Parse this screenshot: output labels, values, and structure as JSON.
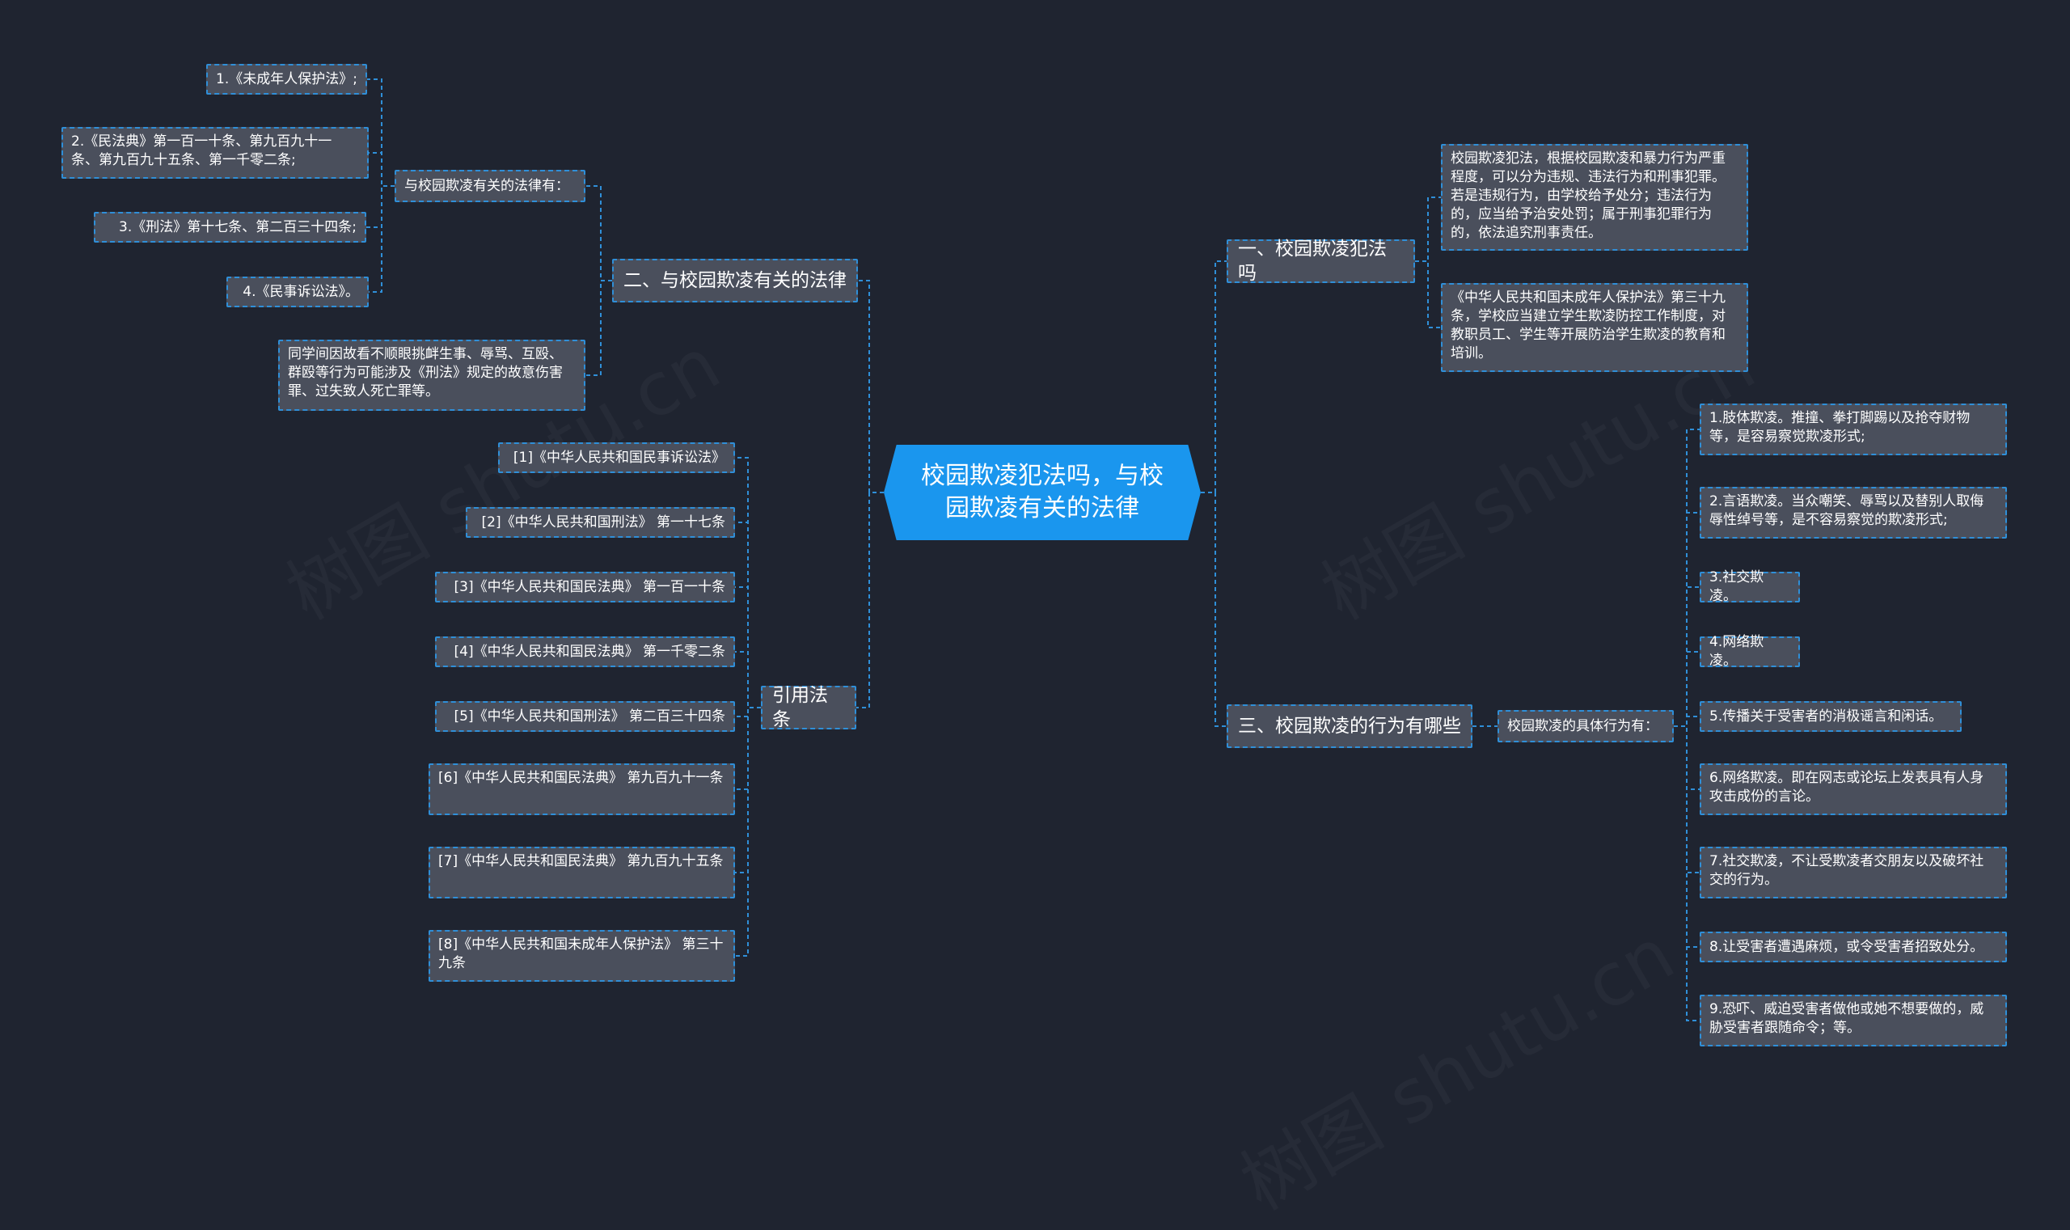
{
  "root": {
    "title": "校园欺凌犯法吗，与校园欺凌有关的法律"
  },
  "watermark": "树图 shutu.cn",
  "colors": {
    "background": "#1f2430",
    "root": "#1a96ee",
    "node": "#4a4f5c",
    "line": "#2f8fd8"
  },
  "left": {
    "law_branch": {
      "label": "二、与校园欺凌有关的法律",
      "sub_label": "与校园欺凌有关的法律有：",
      "items": [
        "1.《未成年人保护法》;",
        "2.《民法典》第一百一十条、第九百九十一条、第九百九十五条、第一千零二条;",
        "3.《刑法》第十七条、第二百三十四条;",
        "4.《民事诉讼法》。"
      ],
      "note": "同学间因故看不顺眼挑衅生事、辱骂、互殴、群殴等行为可能涉及《刑法》规定的故意伤害罪、过失致人死亡罪等。"
    },
    "cite_branch": {
      "label": "引用法条",
      "items": [
        "[1]《中华人民共和国民事诉讼法》",
        "[2]《中华人民共和国刑法》 第一十七条",
        "[3]《中华人民共和国民法典》 第一百一十条",
        "[4]《中华人民共和国民法典》 第一千零二条",
        "[5]《中华人民共和国刑法》 第二百三十四条",
        "[6]《中华人民共和国民法典》 第九百九十一条",
        "[7]《中华人民共和国民法典》 第九百九十五条",
        "[8]《中华人民共和国未成年人保护法》 第三十九条"
      ]
    }
  },
  "right": {
    "crime_branch": {
      "label": "一、校园欺凌犯法吗",
      "items": [
        "校园欺凌犯法，根据校园欺凌和暴力行为严重程度，可以分为违规、违法行为和刑事犯罪。若是违规行为，由学校给予处分；违法行为的，应当给予治安处罚；属于刑事犯罪行为的，依法追究刑事责任。",
        "《中华人民共和国未成年人保护法》第三十九条，学校应当建立学生欺凌防控工作制度，对教职员工、学生等开展防治学生欺凌的教育和培训。"
      ]
    },
    "behavior_branch": {
      "label": "三、校园欺凌的行为有哪些",
      "sub_label": "校园欺凌的具体行为有：",
      "items": [
        "1.肢体欺凌。推撞、拳打脚踢以及抢夺财物等，是容易察觉欺凌形式;",
        "2.言语欺凌。当众嘲笑、辱骂以及替别人取侮辱性绰号等，是不容易察觉的欺凌形式;",
        "3.社交欺凌。",
        "4.网络欺凌。",
        "5.传播关于受害者的消极谣言和闲话。",
        "6.网络欺凌。即在网志或论坛上发表具有人身攻击成份的言论。",
        "7.社交欺凌，不让受欺凌者交朋友以及破坏社交的行为。",
        "8.让受害者遭遇麻烦，或令受害者招致处分。",
        "9.恐吓、威迫受害者做他或她不想要做的，威胁受害者跟随命令；等。"
      ]
    }
  }
}
